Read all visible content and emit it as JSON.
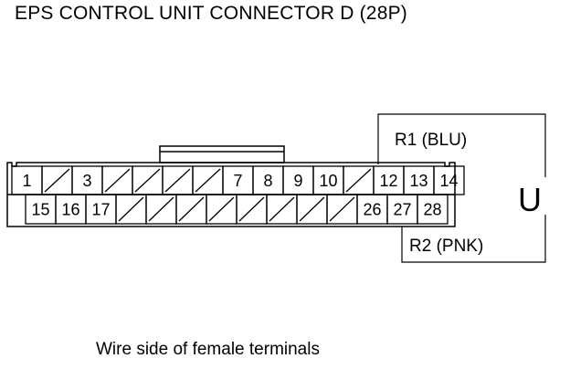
{
  "title": "EPS CONTROL UNIT CONNECTOR D (28P)",
  "caption": "Wire side of female terminals",
  "connector": {
    "top_row": [
      "1",
      "",
      "3",
      "",
      "",
      "",
      "",
      "7",
      "8",
      "9",
      "10",
      "",
      "12",
      "13",
      "14"
    ],
    "bottom_row": [
      "15",
      "16",
      "17",
      "",
      "",
      "",
      "",
      "",
      "",
      "",
      "",
      "26",
      "27",
      "28"
    ]
  },
  "callouts": {
    "r1": "R1 (BLU)",
    "r2": "R2 (PNK)",
    "symbol": "U"
  }
}
